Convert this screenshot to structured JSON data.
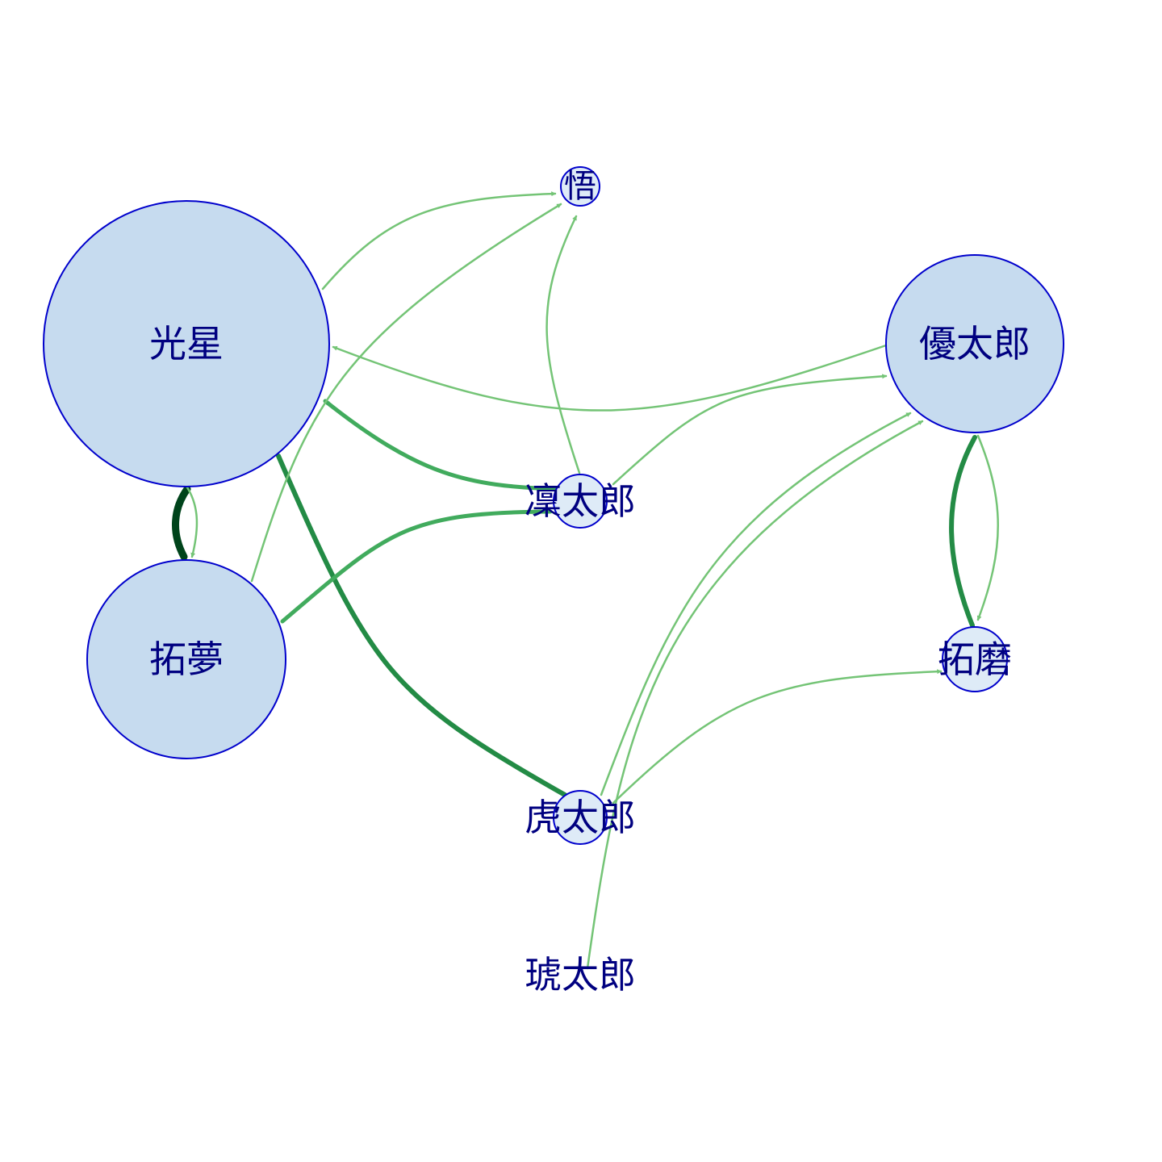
{
  "nodes": [
    {
      "id": "kosei",
      "label": "光星"
    },
    {
      "id": "satoru",
      "label": "悟"
    },
    {
      "id": "yutaro",
      "label": "優太郎"
    },
    {
      "id": "rintaro",
      "label": "凜太郎"
    },
    {
      "id": "takumu",
      "label": "拓夢"
    },
    {
      "id": "takuma",
      "label": "拓磨"
    },
    {
      "id": "kotaro",
      "label": "虎太郎"
    },
    {
      "id": "kotaro2",
      "label": "琥太郎"
    }
  ],
  "edges": [
    {
      "from": "takumu",
      "to": "kosei"
    },
    {
      "from": "kosei",
      "to": "takumu"
    },
    {
      "from": "rintaro",
      "to": "kosei"
    },
    {
      "from": "kotaro",
      "to": "kosei"
    },
    {
      "from": "yutaro",
      "to": "kosei"
    },
    {
      "from": "kosei",
      "to": "satoru"
    },
    {
      "from": "takumu",
      "to": "satoru"
    },
    {
      "from": "rintaro",
      "to": "satoru"
    },
    {
      "from": "takumu",
      "to": "rintaro"
    },
    {
      "from": "rintaro",
      "to": "yutaro"
    },
    {
      "from": "kotaro",
      "to": "yutaro"
    },
    {
      "from": "kotaro2",
      "to": "yutaro"
    },
    {
      "from": "takuma",
      "to": "yutaro"
    },
    {
      "from": "yutaro",
      "to": "takuma"
    },
    {
      "from": "kotaro",
      "to": "takuma"
    }
  ],
  "colors": {
    "node_fill": "#c6dbef",
    "node_fill_light": "#deebf7",
    "node_border": "#0000cc",
    "label": "#000080",
    "edge_light": "#74c476",
    "edge_medium": "#41ab5d",
    "edge_strong": "#238b45",
    "edge_darkest": "#00441b"
  }
}
